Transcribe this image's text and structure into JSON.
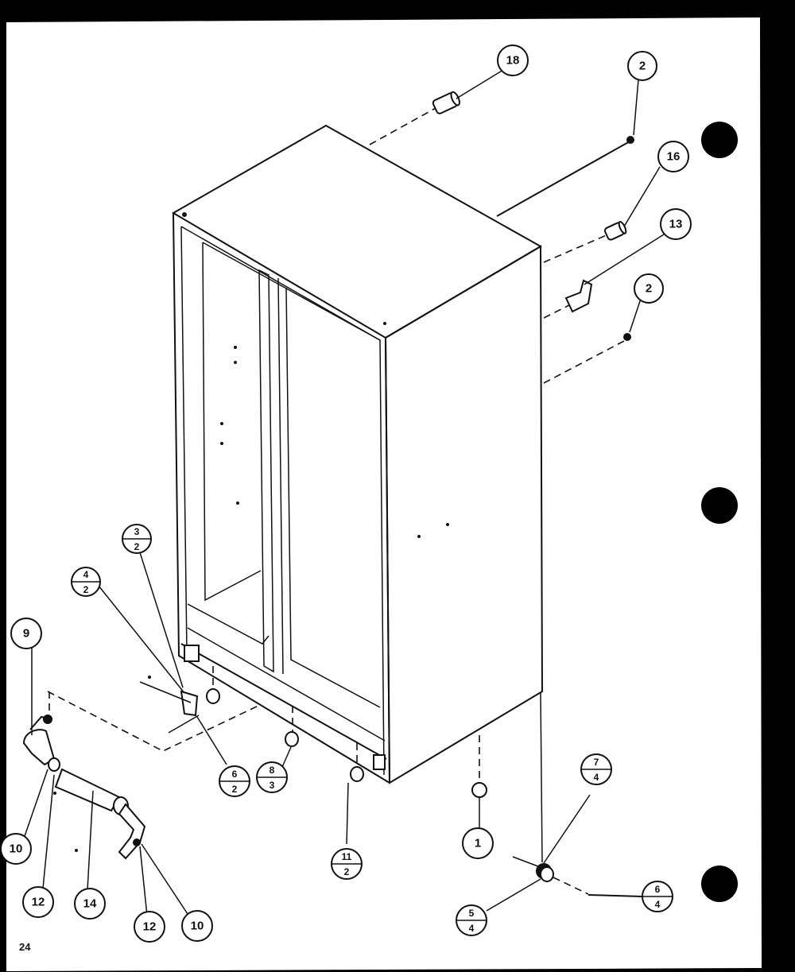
{
  "page_number": "24",
  "callouts": [
    {
      "id": "c18",
      "label": "18"
    },
    {
      "id": "c2a",
      "label": "2"
    },
    {
      "id": "c16",
      "label": "16"
    },
    {
      "id": "c13",
      "label": "13"
    },
    {
      "id": "c2b",
      "label": "2"
    },
    {
      "id": "c9",
      "label": "9"
    },
    {
      "id": "c1",
      "label": "1"
    },
    {
      "id": "c10a",
      "label": "10"
    },
    {
      "id": "c12a",
      "label": "12"
    },
    {
      "id": "c14",
      "label": "14"
    },
    {
      "id": "c12b",
      "label": "12"
    },
    {
      "id": "c10b",
      "label": "10"
    }
  ],
  "fraction_callouts": [
    {
      "id": "f3_2",
      "top": "3",
      "bottom": "2"
    },
    {
      "id": "f4_2",
      "top": "4",
      "bottom": "2"
    },
    {
      "id": "f6_2",
      "top": "6",
      "bottom": "2"
    },
    {
      "id": "f8_3",
      "top": "8",
      "bottom": "3"
    },
    {
      "id": "f11_2",
      "top": "11",
      "bottom": "2"
    },
    {
      "id": "f7_4",
      "top": "7",
      "bottom": "4"
    },
    {
      "id": "f6_4",
      "top": "6",
      "bottom": "4"
    },
    {
      "id": "f5_4",
      "top": "5",
      "bottom": "4"
    }
  ]
}
